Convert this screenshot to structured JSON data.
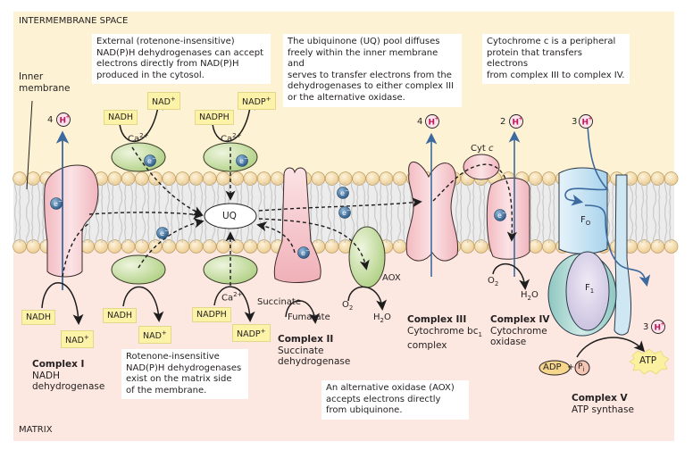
{
  "regions": {
    "top": "INTERMEMBRANE SPACE",
    "bottom": "MATRIX",
    "membrane_label": "Inner membrane"
  },
  "colors": {
    "intermembrane_bg": "#fdf2d3",
    "matrix_bg": "#fce8e1",
    "membrane_core": "#ececec",
    "lipid_head": "#f6dda6",
    "complex_pink": "#f5c6cc",
    "dehydrogenase_green": "#c9dfa6",
    "proton_arrow": "#3d6a9e",
    "electron_badge": "#2f5f8f",
    "atp_synthase_blue": "#cfe6f3",
    "atp_synthase_teal": "#a8d4cf",
    "chip_yellow": "#fdf3a8"
  },
  "notes": {
    "external_dh": "External (rotenone-insensitive) NAD(P)H dehydrogenases can accept electrons directly from NAD(P)H produced in the cytosol.",
    "external_dh_lines": [
      "External (rotenone-insensitive)",
      "NAD(P)H dehydrogenases can accept",
      "electrons directly from NAD(P)H",
      "produced in the cytosol."
    ],
    "uq_pool_lines": [
      "The ubiquinone (UQ) pool diffuses",
      "freely within the inner membrane and",
      "serves to transfer electrons from the",
      "dehydrogenases to either complex III",
      "or the alternative oxidase."
    ],
    "cyt_c_lines": [
      "Cytochrome c is a peripheral",
      "protein that transfers electrons",
      "from complex III to complex IV."
    ],
    "internal_dh_lines": [
      "Rotenone-insensitive",
      "NAD(P)H dehydrogenases",
      "exist on the matrix side",
      "of the membrane."
    ],
    "aox_lines": [
      "An alternative oxidase (AOX)",
      "accepts electrons directly",
      "from ubiquinone."
    ]
  },
  "chips": {
    "nadh_ext": "NADH",
    "nad_ext": "NAD",
    "nadph_ext": "NADPH",
    "nadp_ext": "NADP",
    "nadh_c1": "NADH",
    "nad_c1": "NAD",
    "nadh_int": "NADH",
    "nad_int": "NAD",
    "nadph_int": "NADPH",
    "nadp_int": "NADP",
    "plus": "+"
  },
  "molecules": {
    "ca": "Ca",
    "ca_charge": "2+",
    "uq": "UQ",
    "electron": "e",
    "electron_charge": "−",
    "proton": "H",
    "proton_charge": "+",
    "cyt_c": "Cyt",
    "cyt_c_italic": "c",
    "succinate": "Succinate",
    "fumarate": "Fumarate",
    "o2": "O",
    "o2_sub": "2",
    "h2o_h": "H",
    "h2o_sub": "2",
    "h2o_o": "O",
    "aox": "AOX",
    "fo": "F",
    "fo_sub": "O",
    "f1": "F",
    "f1_sub": "1",
    "adp": "ADP",
    "pi": "P",
    "pi_sub": "i",
    "atp": "ATP",
    "plus": "+"
  },
  "proton_counts": {
    "complex_i": "4",
    "complex_iii": "4",
    "complex_iv": "2",
    "complex_v_in": "3",
    "complex_v_out": "3"
  },
  "complexes": [
    {
      "name": "Complex I",
      "desc_lines": [
        "NADH",
        "dehydrogenase"
      ]
    },
    {
      "name": "Complex II",
      "desc_lines": [
        "Succinate",
        "dehydrogenase"
      ]
    },
    {
      "name": "Complex III",
      "desc_lines": [
        "Cytochrome bc",
        "complex"
      ],
      "desc_sub": "1"
    },
    {
      "name": "Complex IV",
      "desc_lines": [
        "Cytochrome",
        "oxidase"
      ]
    },
    {
      "name": "Complex V",
      "desc_lines": [
        "ATP synthase"
      ]
    }
  ]
}
